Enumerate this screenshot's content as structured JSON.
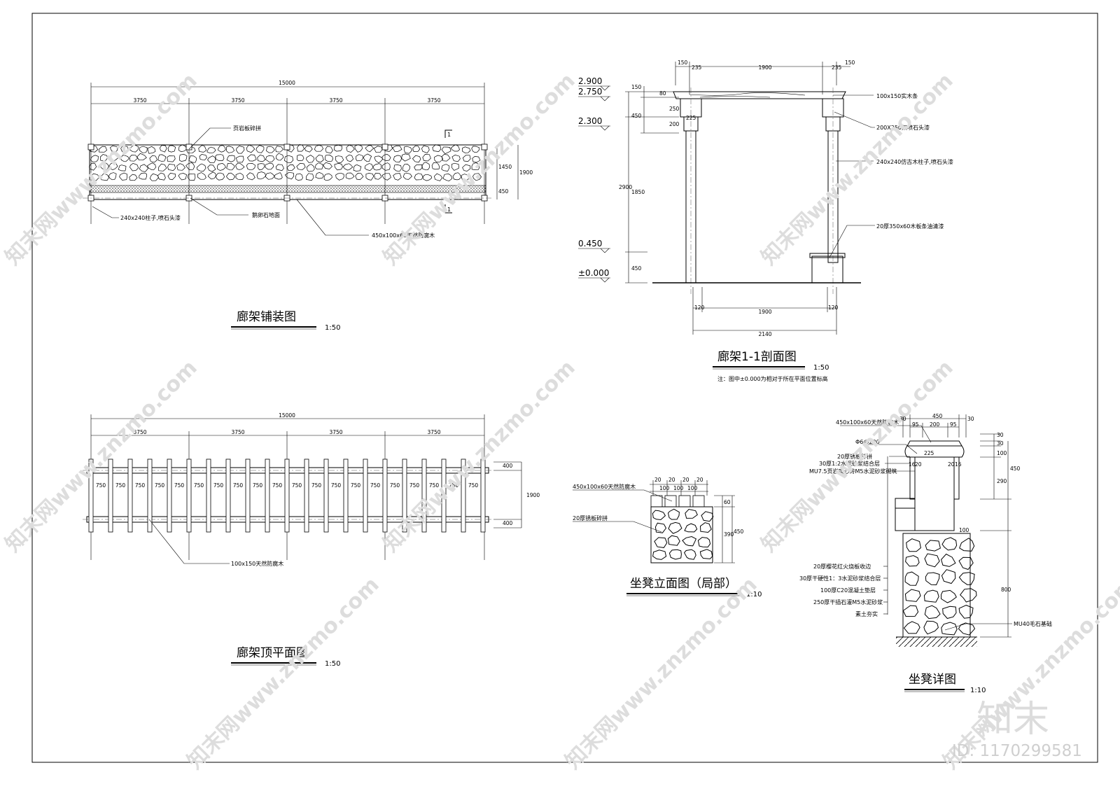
{
  "drawing_frame": {
    "line_color": "#000000"
  },
  "paving_plan": {
    "title": "廊架铺装图",
    "scale": "1:50",
    "total_dim": "15000",
    "bay_dims": [
      "3750",
      "3750",
      "3750",
      "3750"
    ],
    "right_dims": [
      "1450",
      "450"
    ],
    "right_total": "1900",
    "section_mark": "1",
    "notes": [
      "页岩板碎拼",
      "240x240柱子,喷石头漆",
      "鹅卵石地面",
      "450x100x60天然防腐木"
    ]
  },
  "section_view": {
    "title": "廊架1-1剖面图",
    "scale": "1:50",
    "note": "注：图中±0.000为相对于所在平面位置标高",
    "levels": [
      "2.900",
      "2.750",
      "2.300",
      "0.450",
      "±0.000"
    ],
    "top_dims": [
      "150",
      "235",
      "1900",
      "235",
      "150"
    ],
    "left_dims": [
      "150",
      "80",
      "450",
      "250",
      "200",
      "2900",
      "1850",
      "450"
    ],
    "inner_dim": "225",
    "bottom_dims": [
      "120",
      "1900",
      "120"
    ],
    "bottom_total": "2140",
    "notes": [
      "100x150实木条",
      "200X250架喷石头漆",
      "240x240仿古木柱子,喷石头漆",
      "20厚350x60木板条油清漆"
    ]
  },
  "roof_plan": {
    "title": "廊架顶平面图",
    "scale": "1:50",
    "total_dim": "15000",
    "bay_dims": [
      "3750",
      "3750",
      "3750",
      "3750"
    ],
    "joist_spacing": "750",
    "joist_spacing_count": 20,
    "right_dims": [
      "400",
      "1900",
      "400"
    ],
    "note": "100x150天然防腐木"
  },
  "bench_elevation": {
    "title": "坐凳立面图（局部）",
    "scale": "1:10",
    "top_dims": [
      "20",
      "20",
      "20",
      "20",
      "100",
      "100",
      "100"
    ],
    "right_dims": [
      "60",
      "390",
      "450"
    ],
    "notes": [
      "450x100x60天然防腐木",
      "20厚锈板碎拼"
    ]
  },
  "bench_detail": {
    "title": "坐凳详图",
    "scale": "1:10",
    "top_dims": [
      "30",
      "450",
      "30",
      "95",
      "200",
      "95"
    ],
    "right_dims": [
      "30",
      "30",
      "100",
      "290",
      "450",
      "800"
    ],
    "inner_dims": [
      "16",
      "20",
      "225",
      "20",
      "16",
      "100"
    ],
    "notes_top": [
      "450x100x60天然防腐木",
      "Φ6@200",
      "20厚锈板碎拼",
      "30厚1:2水泥砂浆结合层",
      "MU7.5页岩实心砖M5水泥砂浆砌筑"
    ],
    "notes_bottom": [
      "20厚樱花红火烧板收边",
      "30厚干硬性1：3水泥砂浆结合层",
      "100厚C20混凝土垫层",
      "250厚干插石灌M5水泥砂浆",
      "素土夯实"
    ],
    "note_right": "MU40毛石基础"
  },
  "watermark": {
    "brand": "知末",
    "id_text": "ID: 1170299581",
    "repeat_text": "知末网www.znzmo.com"
  }
}
